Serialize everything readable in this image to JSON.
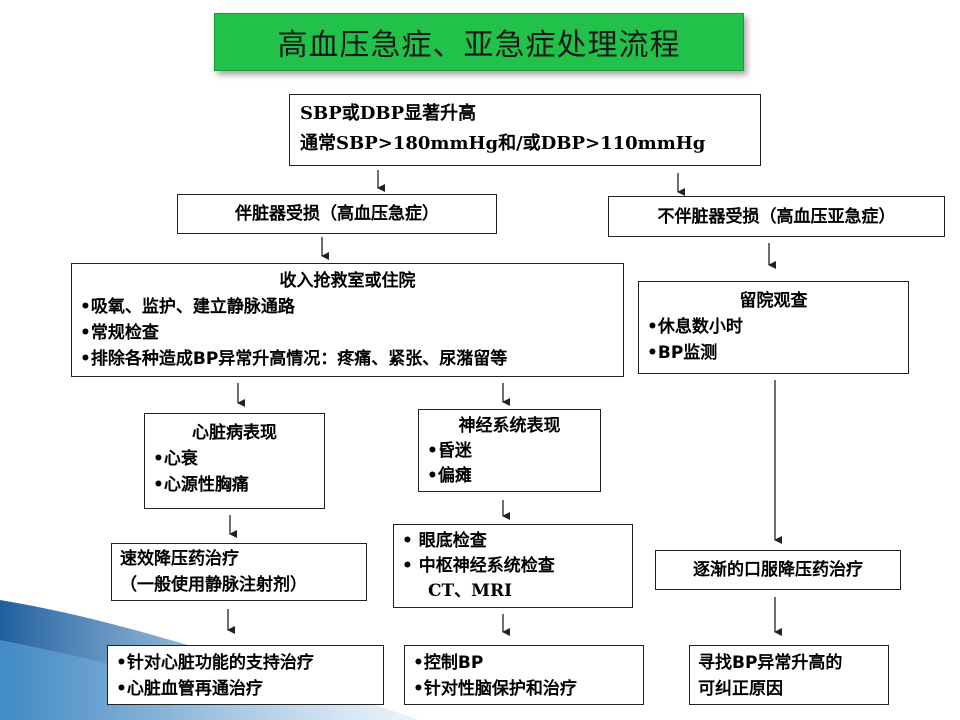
{
  "title": "高血压急症、亚急症处理流程",
  "top": {
    "line1": "SBP或DBP显著升高",
    "line2": "通常SBP>180mmHg和/或DBP>110mmHg"
  },
  "left_branch": {
    "label": "伴脏器受损（高血压急症）",
    "admit": {
      "title": "收入抢救室或住院",
      "items": [
        "•吸氧、监护、建立静脉通路",
        "•常规检查",
        "•排除各种造成BP异常升高情况：疼痛、紧张、尿潴留等"
      ]
    },
    "cardiac": {
      "title": "心脏病表现",
      "items": [
        "•心衰",
        "•心源性胸痛"
      ]
    },
    "neuro": {
      "title": "神经系统表现",
      "items": [
        "•昏迷",
        "•偏瘫"
      ]
    },
    "rapid": {
      "line1": "速效降压药治疗",
      "line2": "（一般使用静脉注射剂）"
    },
    "exam": {
      "items": [
        "•   眼底检查",
        "•   中枢神经系统检查",
        "CT、MRI"
      ]
    },
    "cardiac_treat": {
      "items": [
        "•针对心脏功能的支持治疗",
        "•心脏血管再通治疗"
      ]
    },
    "neuro_treat": {
      "items": [
        "•控制BP",
        "•针对性脑保护和治疗"
      ]
    }
  },
  "right_branch": {
    "label": "不伴脏器受损（高血压亚急症）",
    "observe": {
      "title": "留院观查",
      "items": [
        "•休息数小时",
        "•BP监测"
      ]
    },
    "oral": "逐渐的口服降压药治疗",
    "find": {
      "line1": "寻找BP异常升高的",
      "line2": "可纠正原因"
    }
  },
  "colors": {
    "title_bg": "#22c24a",
    "border": "#222222",
    "swoosh": "#3a7fc0"
  }
}
